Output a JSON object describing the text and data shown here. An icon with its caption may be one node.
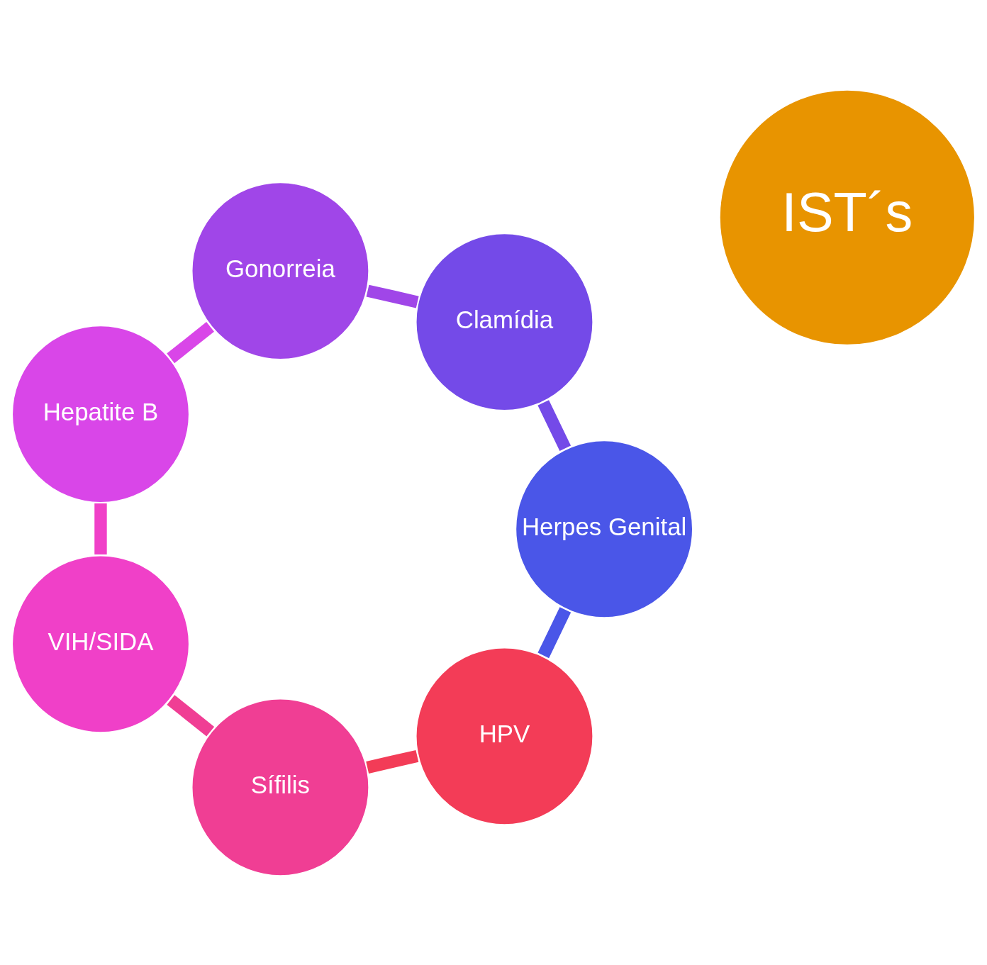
{
  "diagram": {
    "nodes": [
      {
        "text": [
          "IST´s"
        ]
      },
      {
        "text": [
          "HPV"
        ]
      },
      {
        "text": [
          "Sífilis"
        ]
      },
      {
        "text": [
          "VIH/SIDA"
        ]
      },
      {
        "text": [
          "Hepatite B"
        ]
      },
      {
        "text": [
          "Gonorreia"
        ]
      },
      {
        "text": [
          "Clamídia"
        ]
      },
      {
        "text": [
          "Herpes Genital"
        ]
      }
    ],
    "edges": [
      {
        "from": 1,
        "to": 2,
        "arrow": "none",
        "color": "#f33c57"
      },
      {
        "from": 2,
        "to": 3,
        "arrow": "none",
        "color": "#f03e94"
      },
      {
        "from": 3,
        "to": 4,
        "arrow": "none",
        "color": "#f040c8"
      },
      {
        "from": 4,
        "to": 5,
        "arrow": "none",
        "color": "#d946e8"
      },
      {
        "from": 5,
        "to": 6,
        "arrow": "none",
        "color": "#a046e8"
      },
      {
        "from": 6,
        "to": 7,
        "arrow": "none",
        "color": "#744ae8"
      },
      {
        "from": 7,
        "to": 1,
        "arrow": "none",
        "color": "#4a56e8"
      }
    ]
  }
}
